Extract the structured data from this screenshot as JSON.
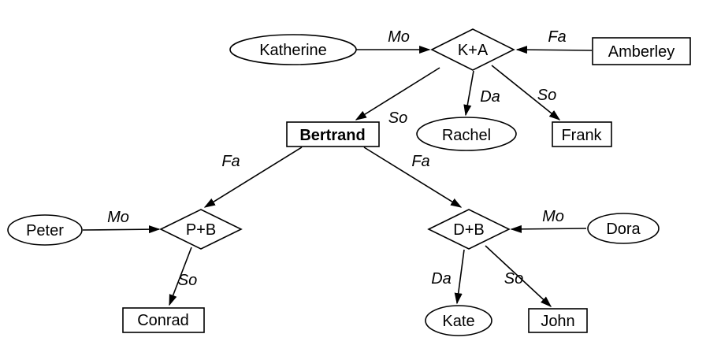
{
  "diagram_type": "family-relationship-graph",
  "colors": {
    "background": "#ffffff",
    "stroke": "#000000",
    "node_fill": "#ffffff"
  },
  "nodes": {
    "katherine": {
      "label": "Katherine",
      "shape": "ellipse"
    },
    "ka": {
      "label": "K+A",
      "shape": "diamond"
    },
    "amberley": {
      "label": "Amberley",
      "shape": "rectangle"
    },
    "bertrand": {
      "label": "Bertrand",
      "shape": "rectangle",
      "bold": true
    },
    "rachel": {
      "label": "Rachel",
      "shape": "ellipse"
    },
    "frank": {
      "label": "Frank",
      "shape": "rectangle"
    },
    "peter": {
      "label": "Peter",
      "shape": "ellipse"
    },
    "pb": {
      "label": "P+B",
      "shape": "diamond"
    },
    "conrad": {
      "label": "Conrad",
      "shape": "rectangle"
    },
    "db": {
      "label": "D+B",
      "shape": "diamond"
    },
    "dora": {
      "label": "Dora",
      "shape": "ellipse"
    },
    "kate": {
      "label": "Kate",
      "shape": "ellipse"
    },
    "john": {
      "label": "John",
      "shape": "rectangle"
    }
  },
  "edges": [
    {
      "from": "Katherine",
      "to": "K+A",
      "label": "Mo"
    },
    {
      "from": "Amberley",
      "to": "K+A",
      "label": "Fa"
    },
    {
      "from": "K+A",
      "to": "Bertrand",
      "label": "So"
    },
    {
      "from": "K+A",
      "to": "Rachel",
      "label": "Da"
    },
    {
      "from": "K+A",
      "to": "Frank",
      "label": "So"
    },
    {
      "from": "Bertrand",
      "to": "P+B",
      "label": "Fa"
    },
    {
      "from": "Bertrand",
      "to": "D+B",
      "label": "Fa"
    },
    {
      "from": "Peter",
      "to": "P+B",
      "label": "Mo"
    },
    {
      "from": "P+B",
      "to": "Conrad",
      "label": "So"
    },
    {
      "from": "Dora",
      "to": "D+B",
      "label": "Mo"
    },
    {
      "from": "D+B",
      "to": "Kate",
      "label": "Da"
    },
    {
      "from": "D+B",
      "to": "John",
      "label": "So"
    }
  ]
}
